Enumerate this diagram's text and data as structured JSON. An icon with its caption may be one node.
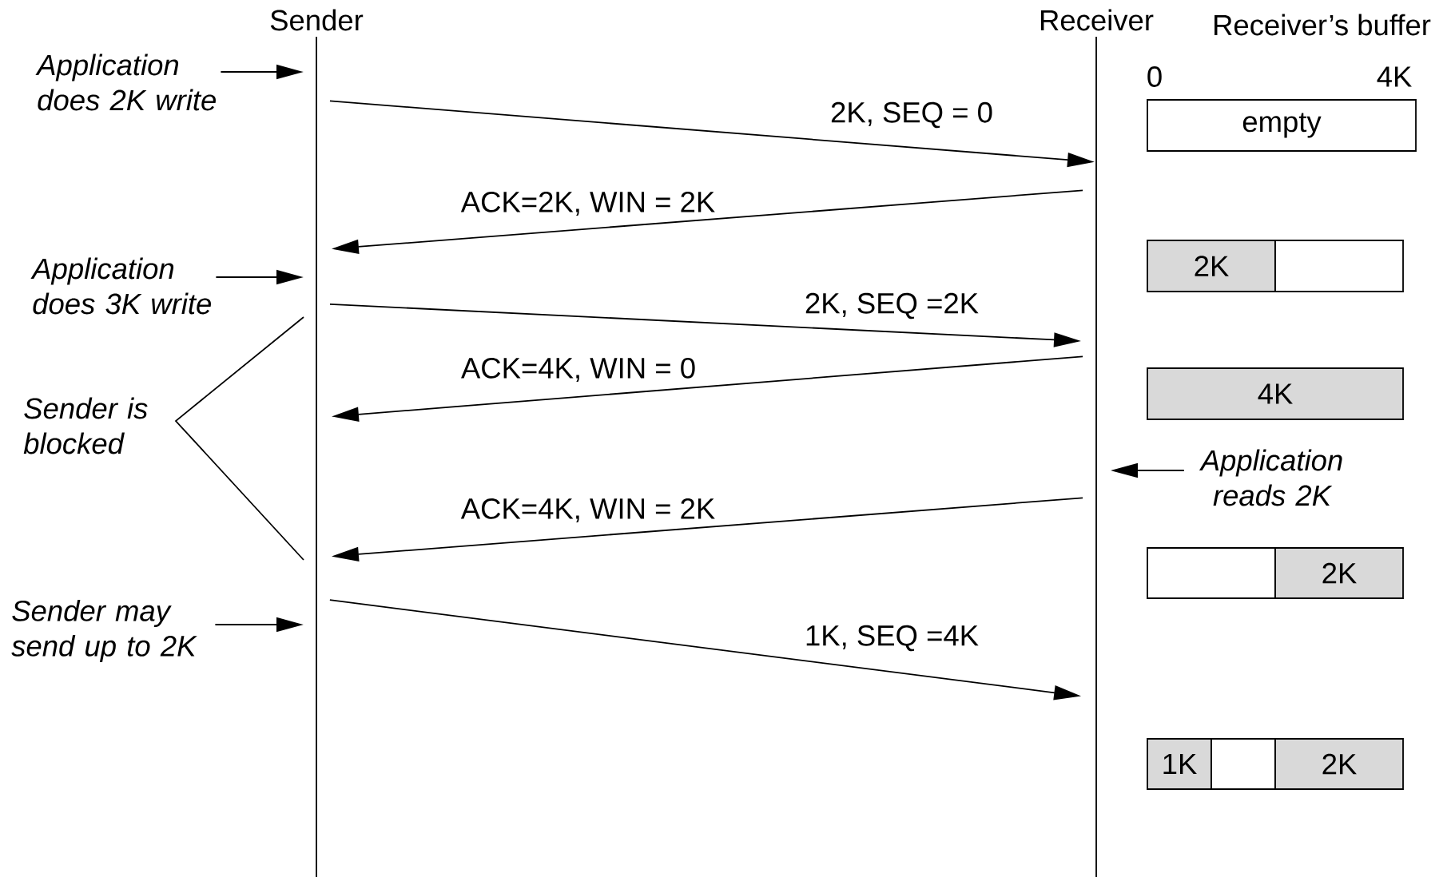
{
  "diagram": {
    "nodes": [
      {
        "text": [
          "Sender"
        ]
      },
      {
        "text": [
          "Receiver"
        ]
      },
      {
        "text": [
          "Application does 2K write"
        ]
      },
      {
        "text": [
          "empty"
        ]
      },
      {
        "text": [
          "Application does 3K write"
        ]
      },
      {
        "text": [
          "2K"
        ]
      },
      {
        "text": [],
        "shape": "box"
      },
      {
        "text": [
          "Sender is blocked"
        ]
      },
      {
        "text": [
          "4K"
        ]
      },
      {
        "text": [
          "Application reads 2K"
        ]
      },
      {
        "text": [],
        "shape": "box"
      },
      {
        "text": [
          "2K"
        ]
      },
      {
        "text": [
          "Sender may send up to 2K"
        ]
      },
      {
        "text": [
          "1K"
        ]
      },
      {
        "text": [],
        "shape": "box"
      },
      {
        "text": [
          "2K"
        ]
      }
    ],
    "edges": [
      {
        "from": 0,
        "to": 1,
        "arrow": "to",
        "label": "2K, SEQ = 0"
      },
      {
        "from": 1,
        "to": 0,
        "arrow": "to",
        "label": "ACK=2K, WIN = 2K"
      },
      {
        "from": 0,
        "to": 1,
        "arrow": "to",
        "label": "2K, SEQ =2K"
      },
      {
        "from": 1,
        "to": 0,
        "arrow": "to",
        "label": "ACK=4K, WIN = 0"
      },
      {
        "from": 1,
        "to": 0,
        "arrow": "to",
        "label": "ACK=4K, WIN = 2K"
      },
      {
        "from": 0,
        "to": 1,
        "arrow": "to",
        "label": "1K, SEQ =4K"
      },
      {
        "from": 2,
        "to": 0,
        "arrow": "to"
      },
      {
        "from": 4,
        "to": 0,
        "arrow": "to"
      },
      {
        "from": 12,
        "to": 0,
        "arrow": "to"
      },
      {
        "from": 9,
        "to": 1,
        "arrow": "to"
      }
    ],
    "labels": [
      "Receiver’s buffer",
      "0",
      "4K"
    ]
  }
}
